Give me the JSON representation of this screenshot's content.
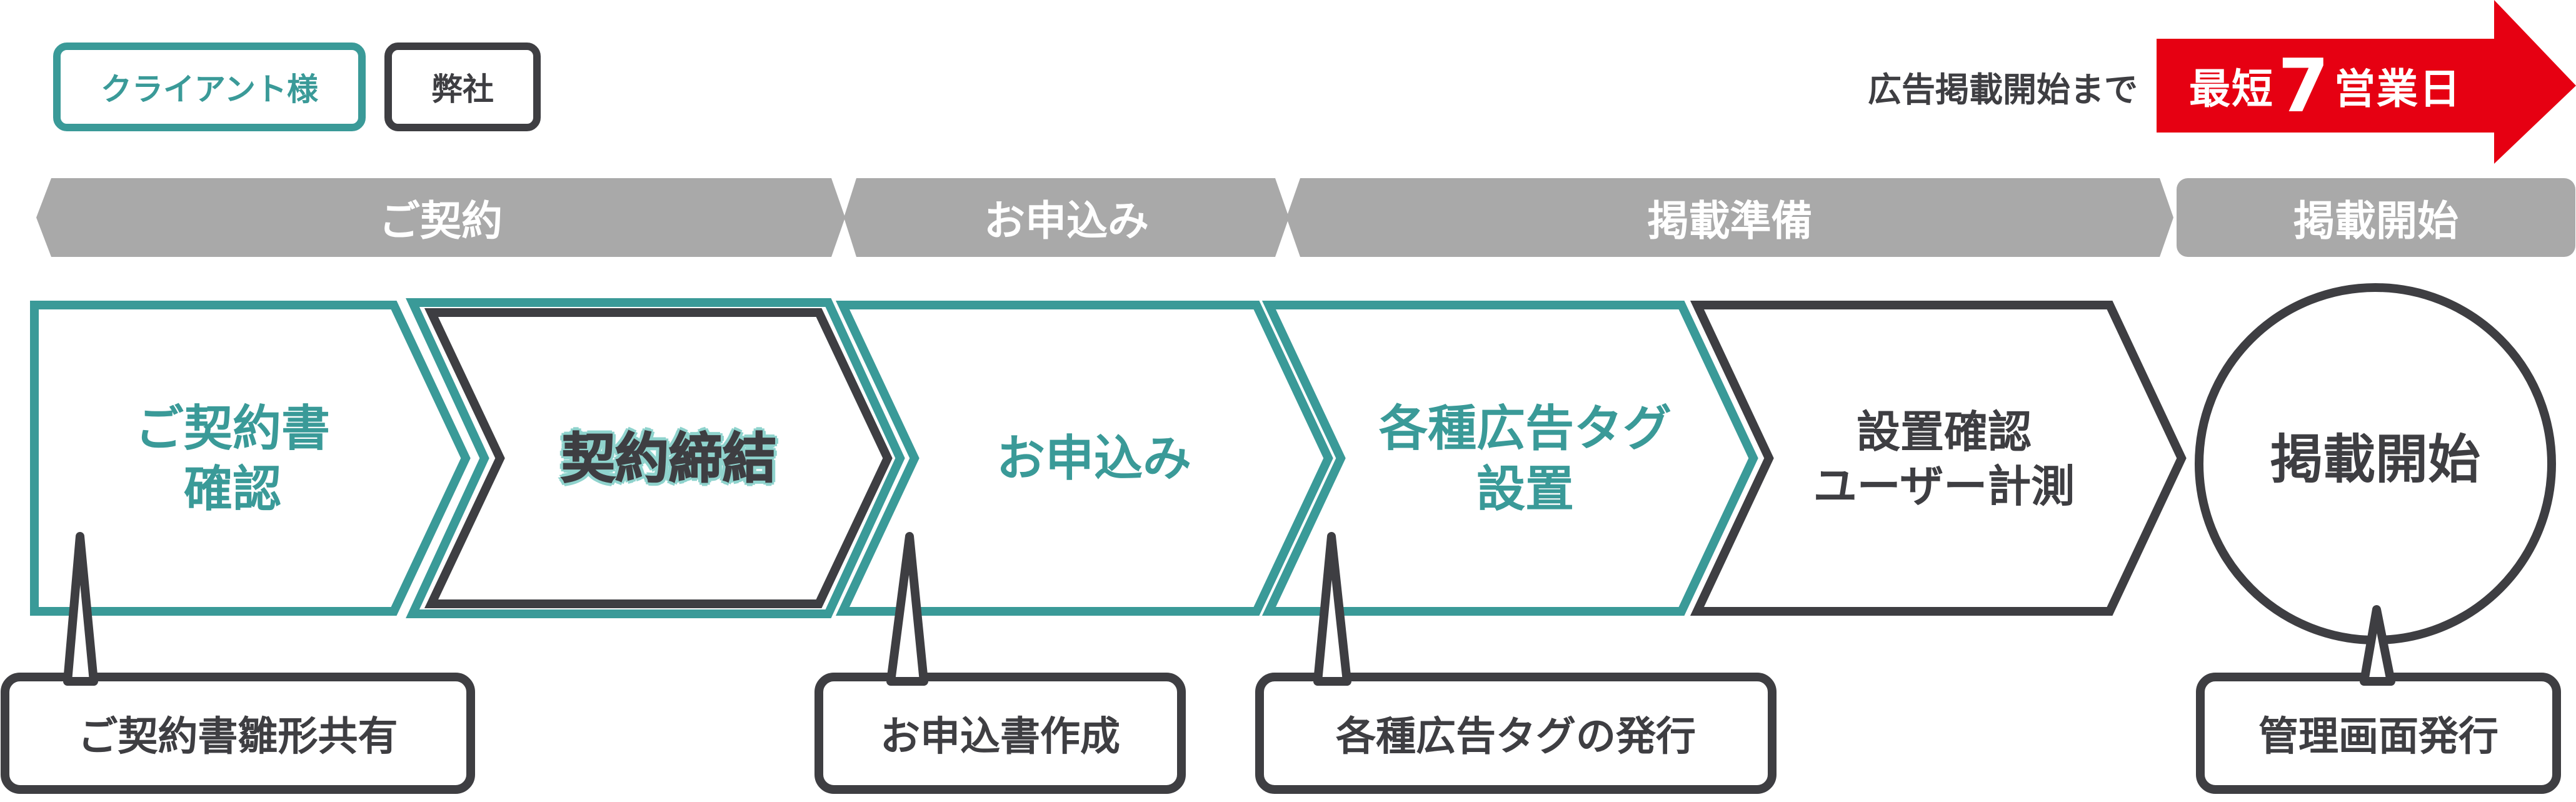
{
  "legend": {
    "client": "クライアント様",
    "company": "弊社"
  },
  "lead_time": {
    "text": "広告掲載開始まで",
    "badge_prefix": "最短",
    "badge_number": "7",
    "badge_suffix": "営業日",
    "badge_color": "#e60012"
  },
  "phases": [
    "ご契約",
    "お申込み",
    "掲載準備",
    "掲載開始"
  ],
  "steps": [
    {
      "label": "ご契約書\n確認",
      "owner": "client"
    },
    {
      "label": "契約締結",
      "owner": "both"
    },
    {
      "label": "お申込み",
      "owner": "client"
    },
    {
      "label": "各種広告タグ\n設置",
      "owner": "client"
    },
    {
      "label": "設置確認\nユーザー計測",
      "owner": "company"
    },
    {
      "label": "掲載開始",
      "owner": "company"
    }
  ],
  "callouts": [
    {
      "label": "ご契約書雛形共有"
    },
    {
      "label": "お申込書作成"
    },
    {
      "label": "各種広告タグの発行"
    },
    {
      "label": "管理画面発行"
    }
  ],
  "colors": {
    "client": "#3a9a98",
    "company": "#3e3e42",
    "phase_banner": "#a9a9a9",
    "outline_glow": "#8fd3cd"
  }
}
